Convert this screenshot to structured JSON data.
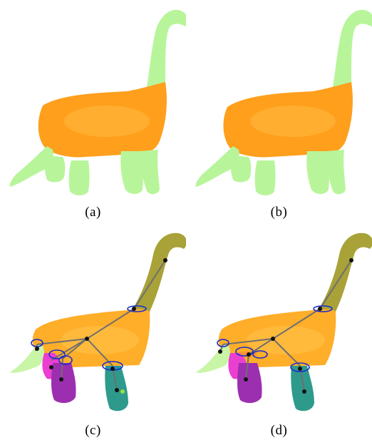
{
  "figure": {
    "panels": [
      {
        "id": "a",
        "caption": "(a)",
        "style": "two-region"
      },
      {
        "id": "b",
        "caption": "(b)",
        "style": "two-region"
      },
      {
        "id": "c",
        "caption": "(c)",
        "style": "skeleton"
      },
      {
        "id": "d",
        "caption": "(d)",
        "style": "skeleton"
      }
    ],
    "colors": {
      "body": "#ff9f1c",
      "body_highlight": "#ffc04a",
      "limb_light_green": "#b8f59a",
      "neck_olive": "#a8a238",
      "leg_purple": "#9c2fb0",
      "leg_magenta": "#ea3fd0",
      "leg_teal": "#2e9a8c",
      "tail_pale_green": "#c9f5a6",
      "skeleton_line": "#6f6f6f",
      "joint_dot": "#111111",
      "boundary_blue": "#1d2cc8"
    }
  }
}
